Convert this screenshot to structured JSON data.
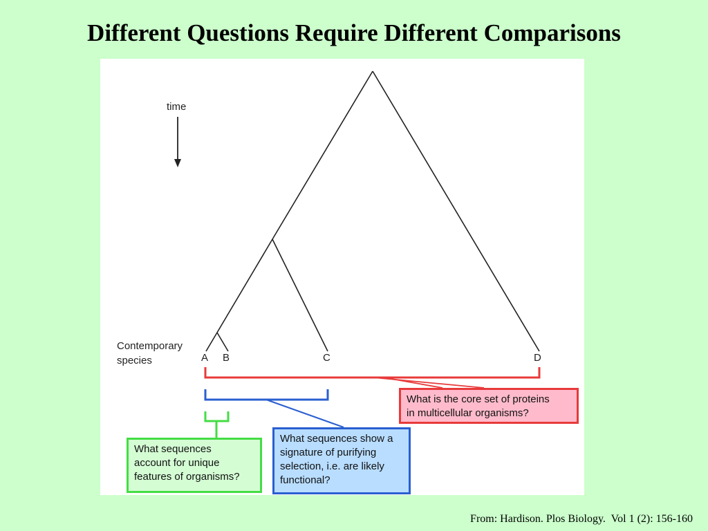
{
  "slide": {
    "title": "Different Questions Require Different Comparisons",
    "citation": "From: Hardison. Plos Biology.  Vol 1 (2): 156-160"
  },
  "figure": {
    "time_label": "time",
    "contemporary_label_line1": "Contemporary",
    "contemporary_label_line2": "species",
    "species": [
      "A",
      "B",
      "C",
      "D"
    ],
    "questions": {
      "red": {
        "lines": [
          "What is the core set of proteins",
          "in multicellular organisms?"
        ],
        "border_color": "#e83a3a",
        "fill_color": "#ffbbcc"
      },
      "blue": {
        "lines": [
          "What sequences show a",
          "signature of purifying",
          "selection, i.e. are likely",
          "functional?"
        ],
        "border_color": "#2a5fd0",
        "fill_color": "#b8ddff"
      },
      "green": {
        "lines": [
          "What sequences",
          "account for unique",
          "features of organisms?"
        ],
        "border_color": "#44dd44",
        "fill_color": "#d4fdd4"
      }
    }
  },
  "colors": {
    "background": "#ccffcc",
    "tree_lines": "#222222"
  }
}
